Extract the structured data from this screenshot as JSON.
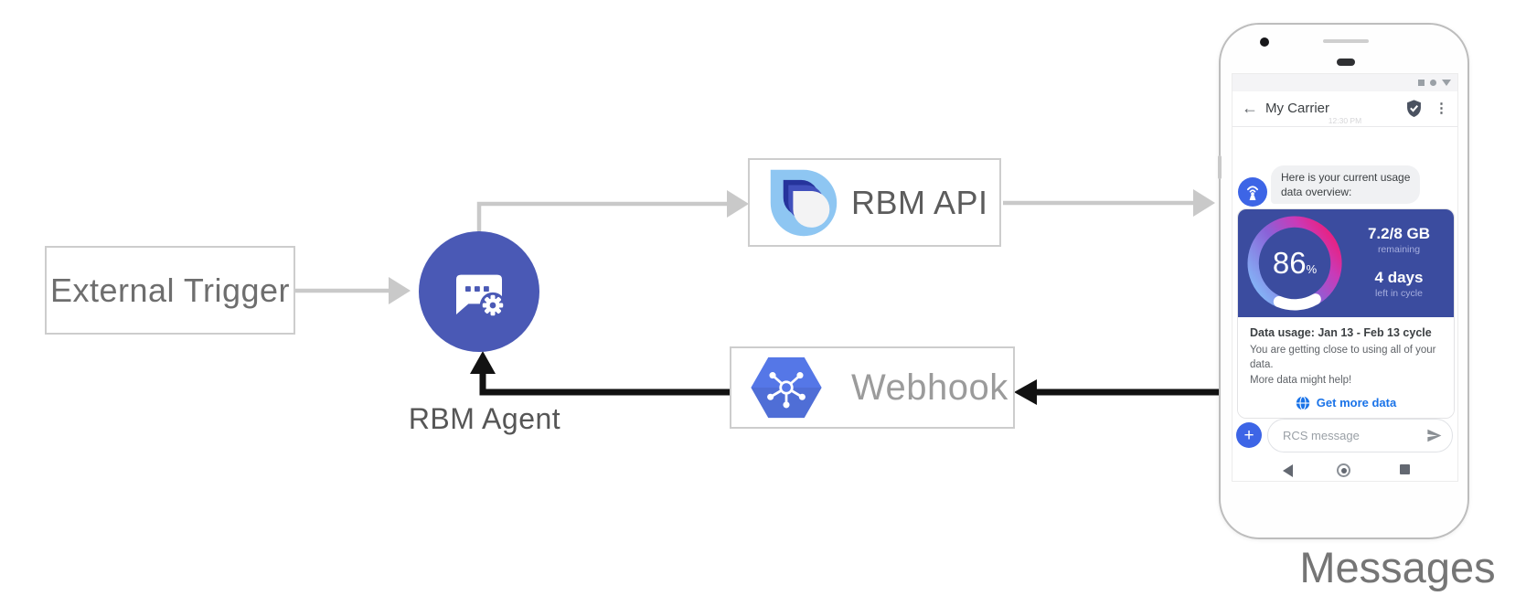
{
  "colors": {
    "agent_circle": "#4a59b5",
    "webhook_hexagon": "#5577e7",
    "rbm_logo_light_blue": "#8ec6f2",
    "rbm_logo_navy": "#26349c",
    "usage_card_bg": "#3b4c9f",
    "link_blue": "#1a73e8",
    "avatar_blue": "#3d65e6",
    "gray_arrow": "#c9c9c9",
    "black_arrow": "#121212",
    "gauge_gradient": [
      "#84b6f7",
      "#8a62d8",
      "#ee1d78"
    ]
  },
  "diagram": {
    "external_trigger_label": "External Trigger",
    "rbm_agent_label": "RBM Agent",
    "rbm_api_label": "RBM API",
    "webhook_label": "Webhook"
  },
  "phone": {
    "caption": "Messages",
    "header": {
      "back_icon": "←",
      "title": "My Carrier",
      "menu_icon": "⋮"
    },
    "timestamp": "12:30 PM",
    "agent_message": {
      "line1": "Here is your current usage",
      "line2": "data overview:"
    },
    "usage_card": {
      "gauge_percent": "86",
      "gauge_percent_unit": "%",
      "remaining_value": "7.2/8 GB",
      "remaining_label": "remaining",
      "cycle_value": "4 days",
      "cycle_label": "left in cycle",
      "title": "Data usage: Jan 13 - Feb 13 cycle",
      "body_line1": "You are getting close to using all of your data.",
      "body_line2": "More data might help!",
      "action_label": "Get more data"
    },
    "compose": {
      "plus_icon": "+",
      "placeholder": "RCS message"
    }
  }
}
